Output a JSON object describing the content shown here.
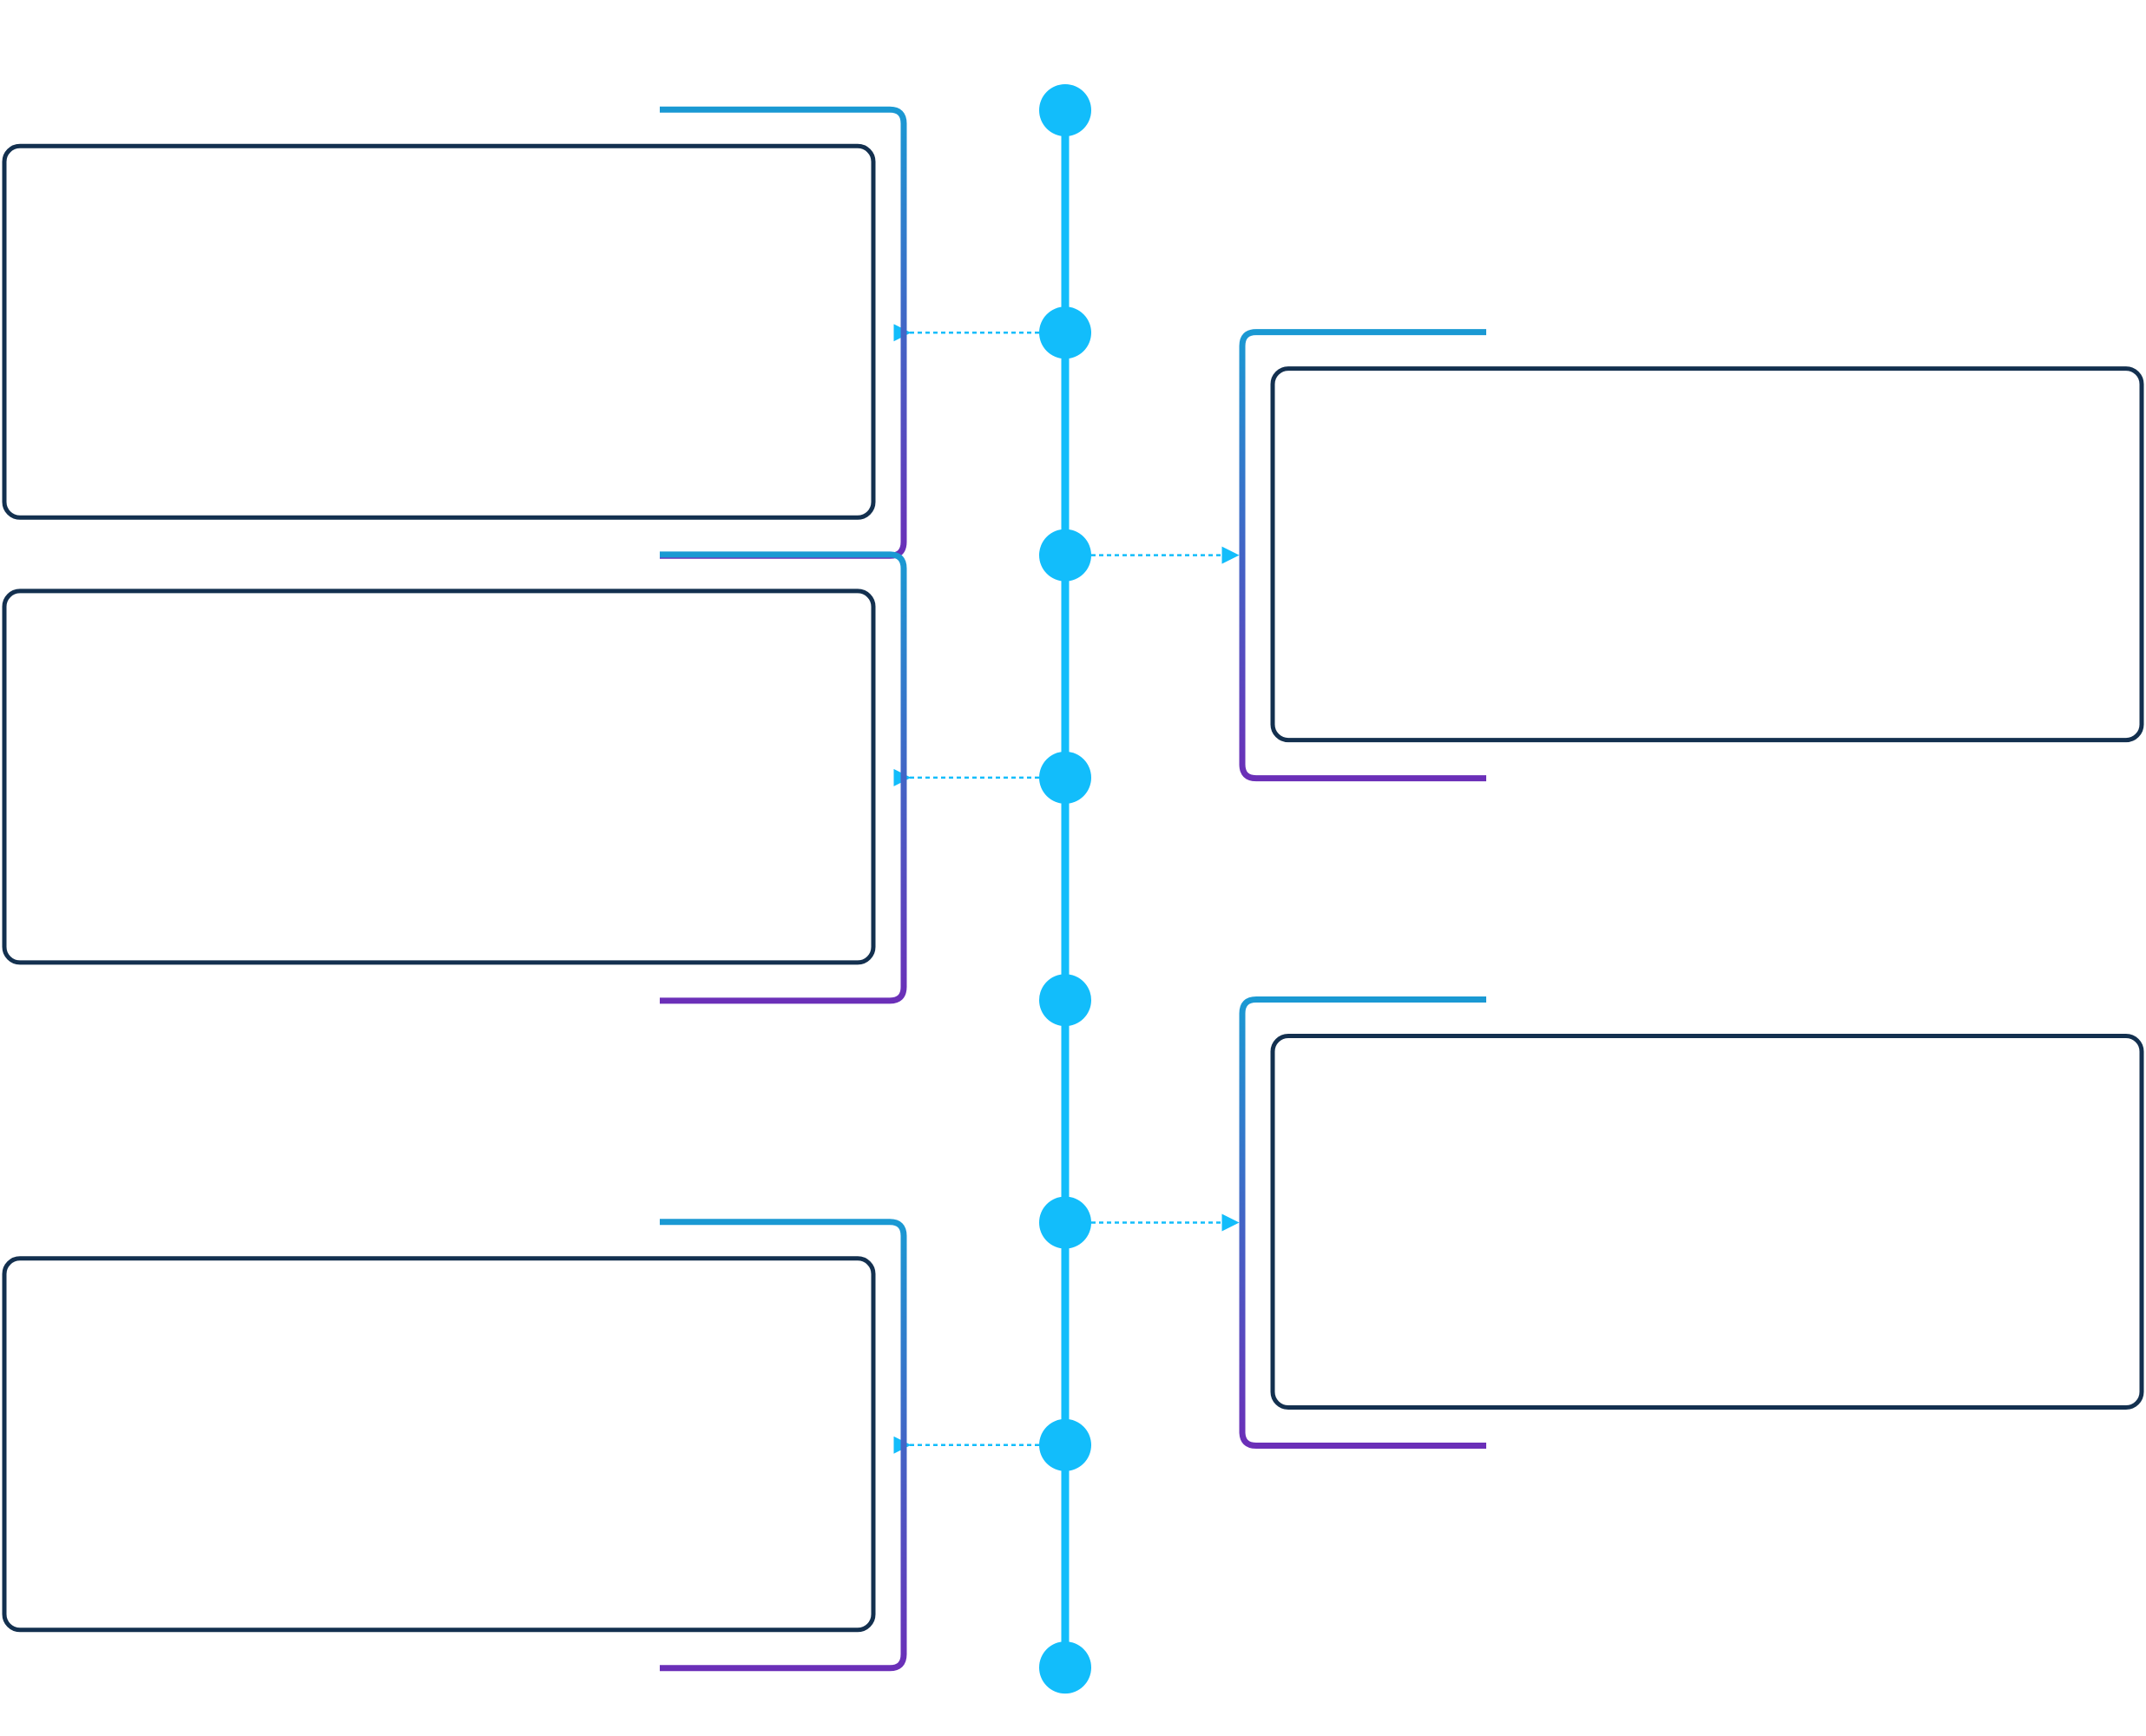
{
  "colors": {
    "background": "#ffffff",
    "timeline": "#12bdfb",
    "node": "#12bdfb",
    "card_border": "#13304f",
    "bracket_start": "#1a99d3",
    "bracket_end": "#6b2fb8",
    "connector": "#12bdfb"
  },
  "timeline": {
    "node_count": 8
  },
  "cards": [
    {
      "side": "left",
      "node_index": 1,
      "text": ""
    },
    {
      "side": "right",
      "node_index": 2,
      "text": ""
    },
    {
      "side": "left",
      "node_index": 3,
      "text": ""
    },
    {
      "side": "right",
      "node_index": 5,
      "text": ""
    },
    {
      "side": "left",
      "node_index": 6,
      "text": ""
    }
  ]
}
